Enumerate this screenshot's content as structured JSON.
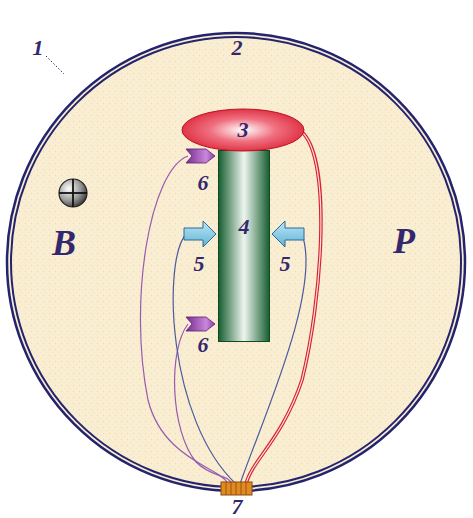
{
  "diagram": {
    "nodes": [
      {
        "text": [
          "3"
        ]
      },
      {
        "text": [
          "4"
        ]
      }
    ],
    "labels": [
      "1",
      "2",
      "6",
      "5",
      "5",
      "B",
      "P",
      "6",
      "7"
    ]
  }
}
